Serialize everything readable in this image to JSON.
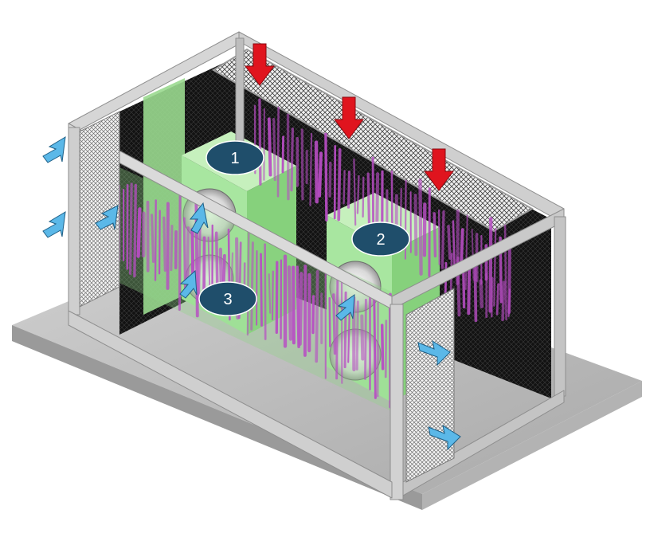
{
  "callouts": [
    {
      "id": "1",
      "label": "1"
    },
    {
      "id": "2",
      "label": "2"
    },
    {
      "id": "3",
      "label": "3"
    }
  ],
  "colors": {
    "frame": "#c8c8c8",
    "frame_dark": "#8e8e8e",
    "floor": "#bdbdbd",
    "floor_edge": "#8f8f8f",
    "mesh_dark": "#111111",
    "unit_green": "#a8e6a0",
    "unit_green_dark": "#7fcf75",
    "panel_green": "#8fd487",
    "callout": "#1f4e6b",
    "airflow_in": "#e0141e",
    "airflow_out": "#5bb8e8",
    "noise_wave": "#b84dc4"
  },
  "icons": {
    "airflow_in": "down-arrow-icon",
    "airflow_out": "blue-arrow-icon"
  }
}
